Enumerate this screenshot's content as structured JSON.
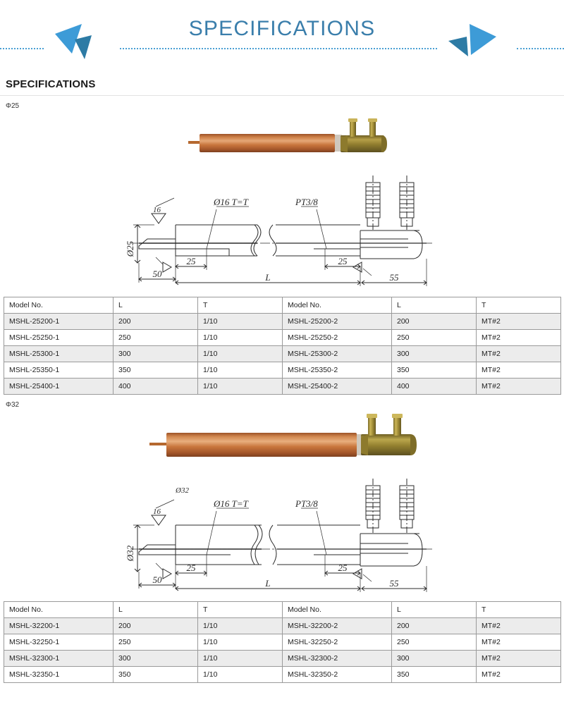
{
  "banner": {
    "title": "SPECIFICATIONS",
    "accent_color": "#3a7eab",
    "triangle_light": "#3d9bd7",
    "triangle_dark": "#2d7ba5",
    "dot_color": "#4a9fd4"
  },
  "section": {
    "heading": "SPECIFICATIONS"
  },
  "blocks": [
    {
      "diameter_label": "Φ25",
      "drawing": {
        "dia_callout": "Ø25",
        "surface_finish": "16",
        "bore_note": "Ø16  T=T",
        "thread_note": "PT3/8",
        "dim_50": "50",
        "dim_25_left": "25",
        "dim_25_right": "25",
        "dim_55": "55",
        "dim_L": "L",
        "top_label": ""
      },
      "table": {
        "headers": [
          "Model No.",
          "L",
          "T",
          "Model No.",
          "L",
          "T"
        ],
        "rows": [
          [
            "MSHL-25200-1",
            "200",
            "1/10",
            "MSHL-25200-2",
            "200",
            "MT#2"
          ],
          [
            "MSHL-25250-1",
            "250",
            "1/10",
            "MSHL-25250-2",
            "250",
            "MT#2"
          ],
          [
            "MSHL-25300-1",
            "300",
            "1/10",
            "MSHL-25300-2",
            "300",
            "MT#2"
          ],
          [
            "MSHL-25350-1",
            "350",
            "1/10",
            "MSHL-25350-2",
            "350",
            "MT#2"
          ],
          [
            "MSHL-25400-1",
            "400",
            "1/10",
            "MSHL-25400-2",
            "400",
            "MT#2"
          ]
        ]
      }
    },
    {
      "diameter_label": "Φ32",
      "drawing": {
        "dia_callout": "Ø32",
        "surface_finish": "16",
        "bore_note": "Ø16  T=T",
        "thread_note": "PT3/8",
        "dim_50": "50",
        "dim_25_left": "25",
        "dim_25_right": "25",
        "dim_55": "55",
        "dim_L": "L",
        "top_label": "Ø32"
      },
      "table": {
        "headers": [
          "Model No.",
          "L",
          "T",
          "Model No.",
          "L",
          "T"
        ],
        "rows": [
          [
            "MSHL-32200-1",
            "200",
            "1/10",
            "MSHL-32200-2",
            "200",
            "MT#2"
          ],
          [
            "MSHL-32250-1",
            "250",
            "1/10",
            "MSHL-32250-2",
            "250",
            "MT#2"
          ],
          [
            "MSHL-32300-1",
            "300",
            "1/10",
            "MSHL-32300-2",
            "300",
            "MT#2"
          ],
          [
            "MSHL-32350-1",
            "350",
            "1/10",
            "MSHL-32350-2",
            "350",
            "MT#2"
          ]
        ]
      }
    }
  ],
  "product_photo": {
    "alt": "copper-electrode-holder",
    "copper_light": "#d98b5a",
    "copper_mid": "#bf6a36",
    "copper_dark": "#94512a",
    "brass_light": "#bda34a",
    "brass_mid": "#93802f",
    "brass_dark": "#6d5e22"
  }
}
